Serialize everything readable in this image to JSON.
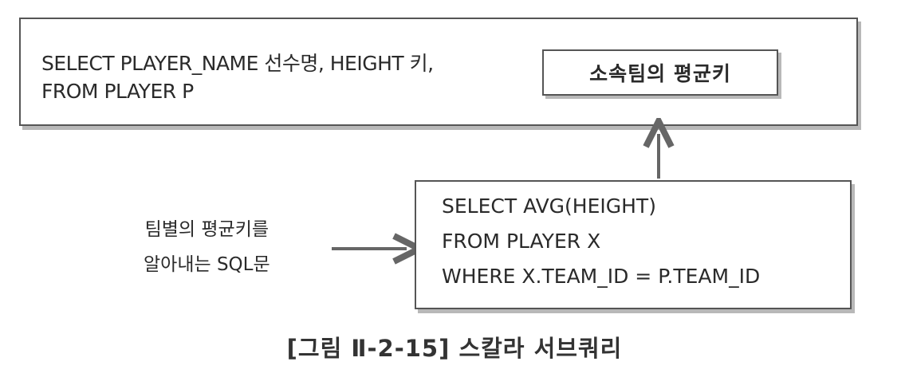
{
  "outer_query": {
    "line1": "SELECT PLAYER_NAME 선수명, HEIGHT 키,",
    "line2": "FROM PLAYER P"
  },
  "result_label": "소속팀의 평균키",
  "inner_query": {
    "line1": "SELECT AVG(HEIGHT)",
    "line2": "FROM PLAYER X",
    "line3": "WHERE X.TEAM_ID = P.TEAM_ID"
  },
  "side_note": {
    "line1": "팀별의 평균키를",
    "line2": "알아내는 SQL문"
  },
  "caption": "[그림 Ⅱ-2-15] 스칼라 서브쿼리"
}
